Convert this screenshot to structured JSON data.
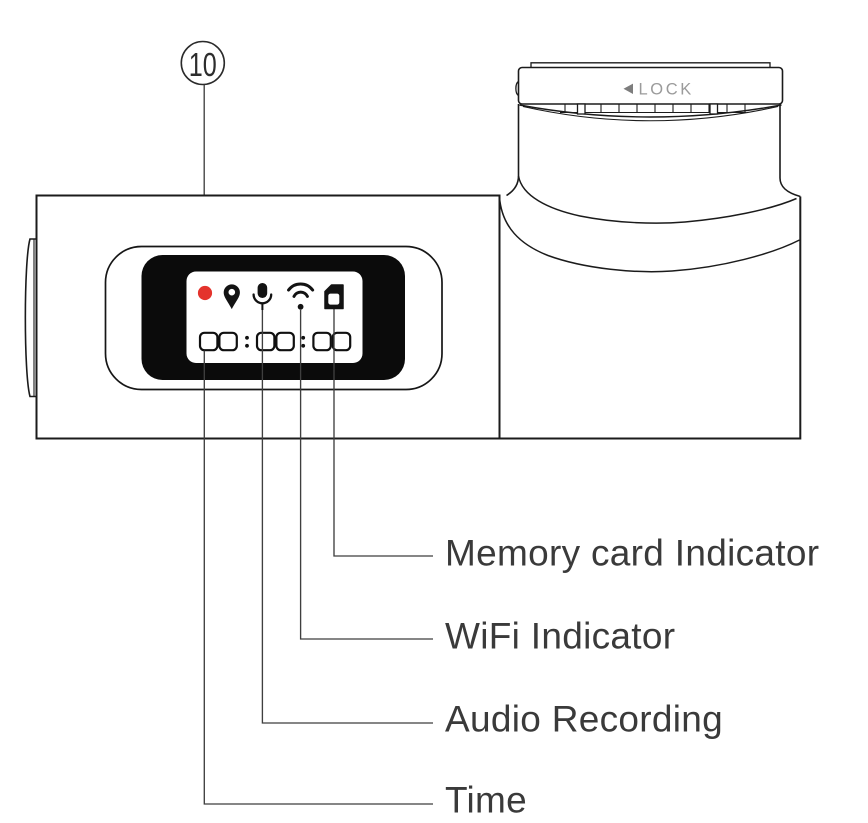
{
  "figure": {
    "title_context": "dash cam display indicators diagram",
    "callout": {
      "number": "10"
    },
    "mount": {
      "lock_label": "LOCK",
      "lock_arrow": "left-triangle"
    },
    "display": {
      "time_value": "00:00:00",
      "icons": [
        {
          "name": "recording-dot",
          "color": "#e4332c"
        },
        {
          "name": "gps-pin-icon"
        },
        {
          "name": "microphone-icon"
        },
        {
          "name": "wifi-icon"
        },
        {
          "name": "memory-card-icon"
        }
      ]
    },
    "labels": [
      {
        "id": "memory-card-indicator",
        "text": "Memory card Indicator"
      },
      {
        "id": "wifi-indicator",
        "text": "WiFi Indicator"
      },
      {
        "id": "audio-recording",
        "text": "Audio Recording"
      },
      {
        "id": "time",
        "text": "Time"
      }
    ],
    "colors": {
      "line": "#1b1b1b",
      "leader": "#3f3f3f",
      "display_bezel": "#0b0b0b",
      "record_red": "#e4332c",
      "lock_gray": "#9b9b9b",
      "label_text": "#3a3a3a"
    }
  }
}
